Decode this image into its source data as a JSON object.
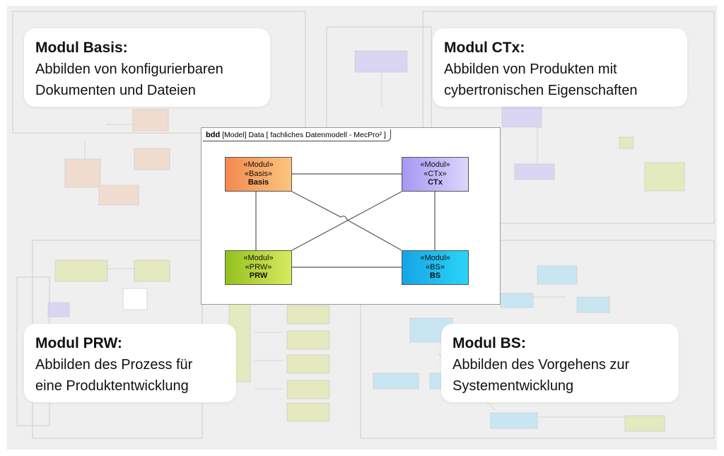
{
  "callouts": {
    "basis": {
      "title": "Modul Basis:",
      "lines": [
        "Abbilden von konfigurierbaren",
        "Dokumenten und Dateien"
      ]
    },
    "ctx": {
      "title": "Modul CTx:",
      "lines": [
        "Abbilden von Produkten mit",
        "cybertronischen Eigenschaften"
      ]
    },
    "prw": {
      "title": "Modul PRW:",
      "lines": [
        "Abbilden des Prozess für",
        "eine Produktentwicklung"
      ]
    },
    "bs": {
      "title": "Modul BS:",
      "lines": [
        "Abbilden des Vorgehens zur",
        "Systementwicklung"
      ]
    }
  },
  "diagram": {
    "frame_kind": "bdd",
    "frame_label": "[Model] Data [ fachliches Datenmodell - MecPro² ]",
    "blocks": {
      "basis": {
        "stereo1": "«Modul»",
        "stereo2": "«Basis»",
        "name": "Basis",
        "colors": [
          "#f3894f",
          "#fbc57f"
        ]
      },
      "ctx": {
        "stereo1": "«Modul»",
        "stereo2": "«CTx»",
        "name": "CTx",
        "colors": [
          "#a797f4",
          "#ddd6fb"
        ]
      },
      "prw": {
        "stereo1": "«Modul»",
        "stereo2": "«PRW»",
        "name": "PRW",
        "colors": [
          "#93c11d",
          "#d9ea5e"
        ]
      },
      "bs": {
        "stereo1": "«Modul»",
        "stereo2": "«BS»",
        "name": "BS",
        "colors": [
          "#16a4e6",
          "#2ad4f7"
        ]
      }
    }
  },
  "background": {
    "quadrant_colors": {
      "basis": "#f6c9ad",
      "ctx": "#cfc8f2",
      "prw": "#dfe6a8",
      "bs": "#a9dcef"
    }
  }
}
